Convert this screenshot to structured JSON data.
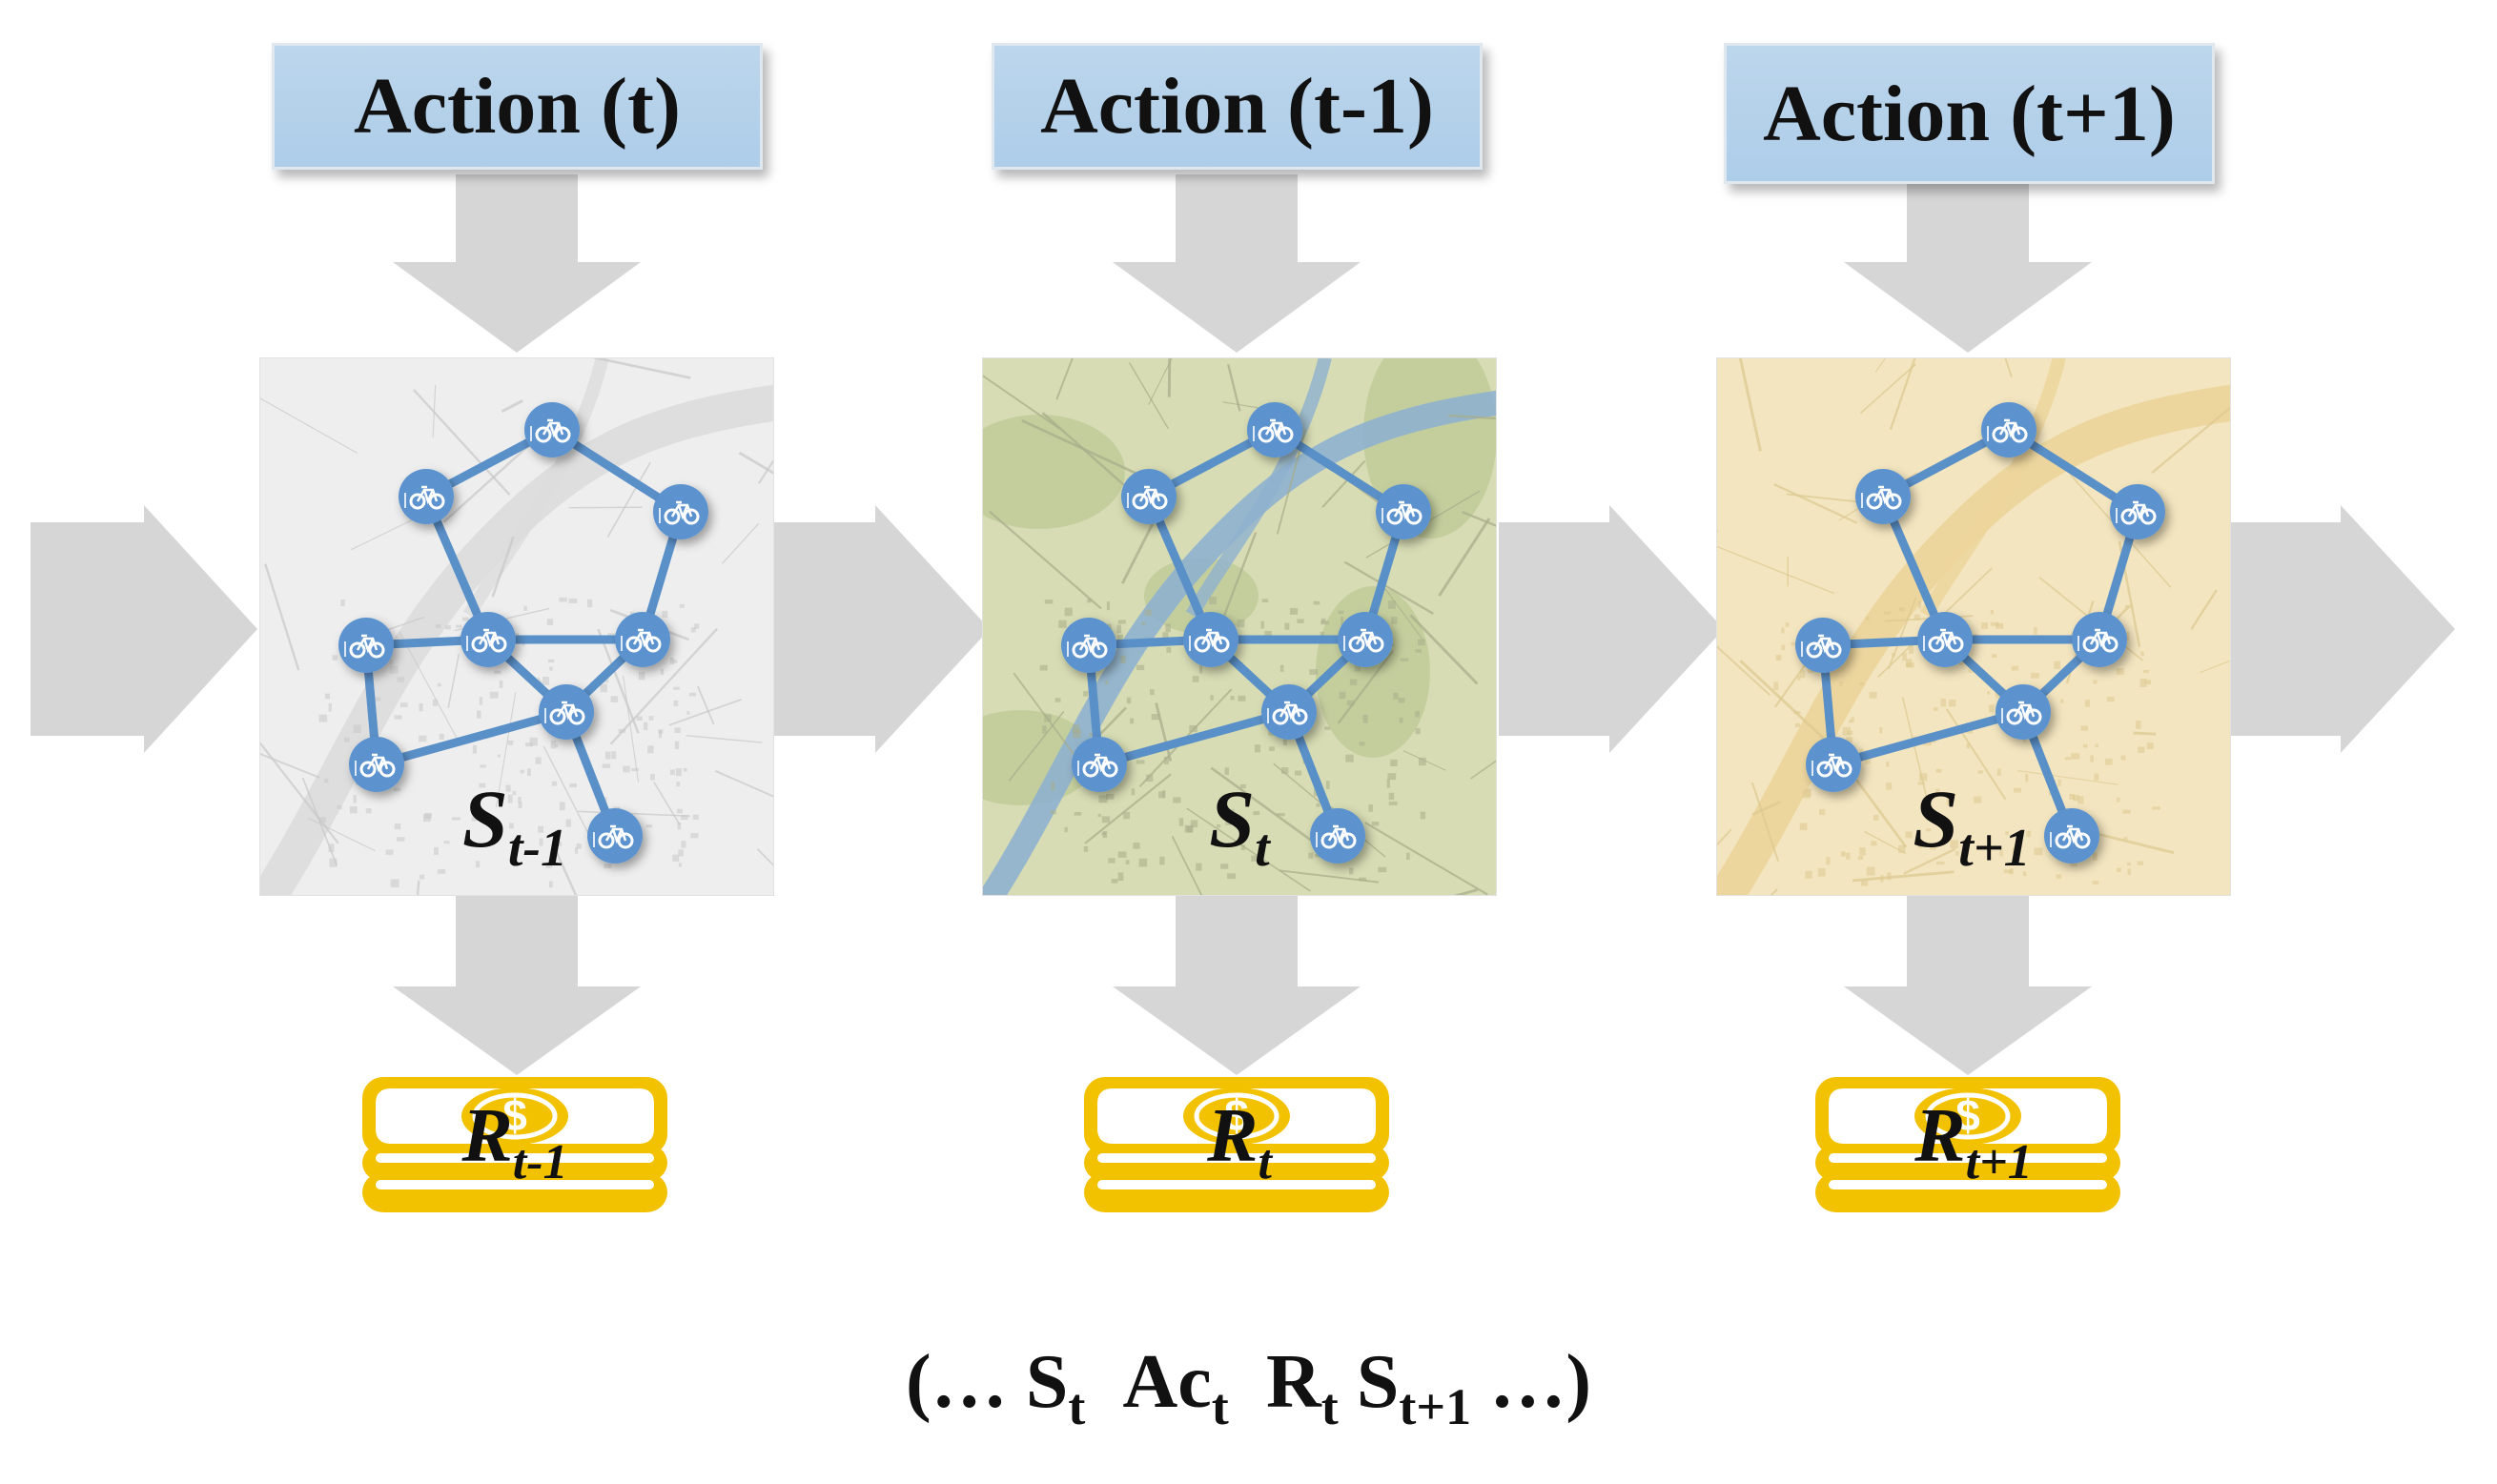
{
  "actions": [
    "Action (t)",
    "Action (t-1)",
    "Action (t+1)"
  ],
  "states": [
    {
      "main": "S",
      "sub": "t-1"
    },
    {
      "main": "S",
      "sub": "t"
    },
    {
      "main": "S",
      "sub": "t+1"
    }
  ],
  "rewards": [
    {
      "main": "R",
      "sub": "t-1",
      "coin_symbol": "$"
    },
    {
      "main": "R",
      "sub": "t",
      "coin_symbol": "$"
    },
    {
      "main": "R",
      "sub": "t+1",
      "coin_symbol": "$"
    }
  ],
  "sequence": {
    "open": "(…",
    "s_main": "S",
    "s_sub": "t",
    "a_main": "Ac",
    "a_sub": "t",
    "r_main": "R",
    "r_sub": "t",
    "s2_main": "S",
    "s2_sub": "t+1",
    "close": "…)"
  },
  "station_icon": "bicycle-icon",
  "colors": {
    "arrow": "#d6d6d6",
    "action_fill": "#b4d1ea",
    "node": "#5b93cf",
    "edge": "#5a90c8",
    "coin": "#f2c200",
    "map_gray": "#eeeeee",
    "map_green": "#d7dcb4",
    "map_yellow": "#f3e5bf"
  }
}
